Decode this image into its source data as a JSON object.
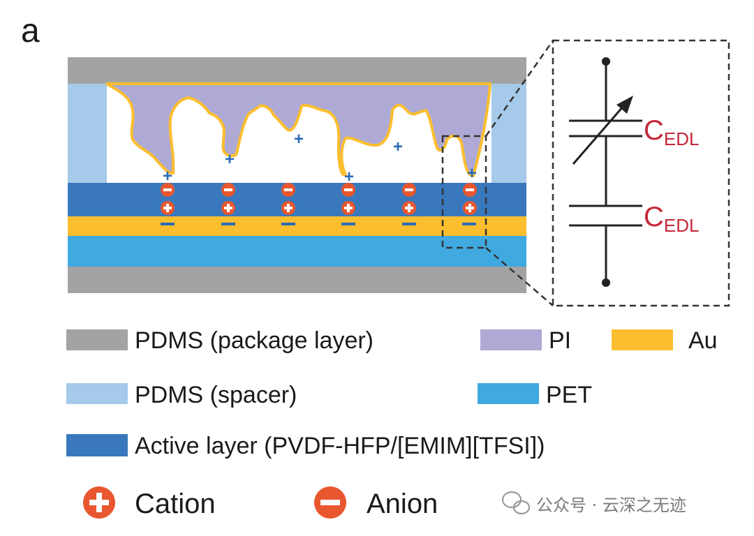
{
  "panel_label": "a",
  "circuit": {
    "capacitor_top": {
      "letter": "C",
      "subscript": "EDL"
    },
    "capacitor_bottom": {
      "letter": "C",
      "subscript": "EDL"
    }
  },
  "legend": {
    "pdms_package": {
      "label": "PDMS (package layer)",
      "color": "#a3a3a3"
    },
    "pi": {
      "label": "PI",
      "color": "#aeaad5"
    },
    "au": {
      "label": "Au",
      "color": "#fbbe2e"
    },
    "pdms_spacer": {
      "label": "PDMS (spacer)",
      "color": "#a6cae9"
    },
    "pet": {
      "label": "PET",
      "color": "#3fa9e0"
    },
    "active_layer": {
      "label": "Active layer (PVDF-HFP/[EMIM][TFSI])",
      "color": "#3a78bd"
    },
    "cation": {
      "label": "Cation",
      "color": "#e8572f"
    },
    "anion": {
      "label": "Anion",
      "color": "#e8572f"
    }
  },
  "watermark": "公众号 · 云深之无迹"
}
